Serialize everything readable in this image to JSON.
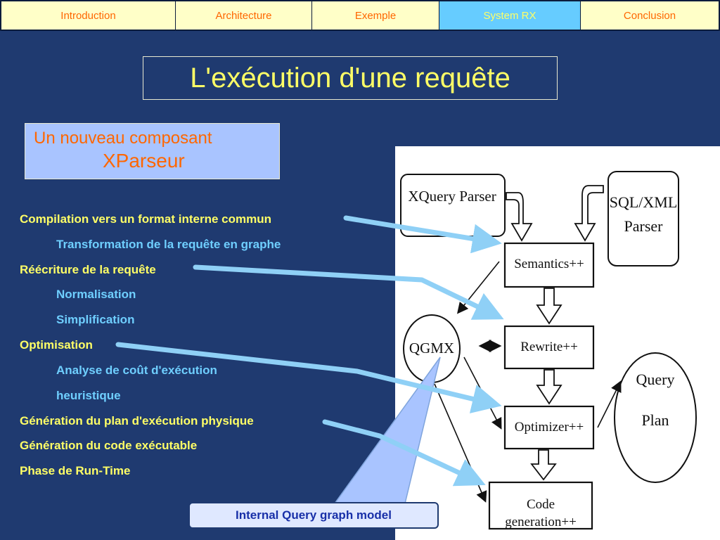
{
  "nav": {
    "tabs": [
      {
        "label": "Introduction",
        "active": false
      },
      {
        "label": "Architecture",
        "active": false
      },
      {
        "label": "Exemple",
        "active": false
      },
      {
        "label": "System RX",
        "active": true
      },
      {
        "label": "Conclusion",
        "active": false
      }
    ]
  },
  "title": "L'exécution d'une requête",
  "subtitle_box": {
    "line1": "Un nouveau composant",
    "line2": "XParseur"
  },
  "steps": [
    {
      "text": "Compilation vers un format interne commun",
      "level": 1
    },
    {
      "text": "Transformation de la requête en graphe",
      "level": 2
    },
    {
      "text": "Réécriture de la requête",
      "level": 1
    },
    {
      "text": "Normalisation",
      "level": 2
    },
    {
      "text": "Simplification",
      "level": 2
    },
    {
      "text": "Optimisation",
      "level": 1
    },
    {
      "text": "Analyse de coût d'exécution",
      "level": 2
    },
    {
      "text": "heuristique",
      "level": 2
    },
    {
      "text": "Génération du plan d'exécution physique",
      "level": 1
    },
    {
      "text": "Génération du code exécutable",
      "level": 1
    },
    {
      "text": "Phase de Run-Time",
      "level": 1
    }
  ],
  "diagram": {
    "xquery_parser": "XQuery Parser",
    "sqlxml_parser_1": "SQL/XML",
    "sqlxml_parser_2": "Parser",
    "semantics": "Semantics++",
    "rewrite": "Rewrite++",
    "optimizer": "Optimizer++",
    "codegen": "Code generation++",
    "qgmx": "QGMX",
    "query_plan_1": "Query",
    "query_plan_2": "Plan"
  },
  "callout": "Internal Query graph model",
  "colors": {
    "background": "#1f3a70",
    "title_text": "#ffff66",
    "nav_bg": "#ffffc8",
    "nav_text": "#ff6600",
    "nav_active_bg": "#66ccff",
    "level1_text": "#ffff66",
    "level2_text": "#6fcfff",
    "arrow": "#8fd0f6"
  }
}
